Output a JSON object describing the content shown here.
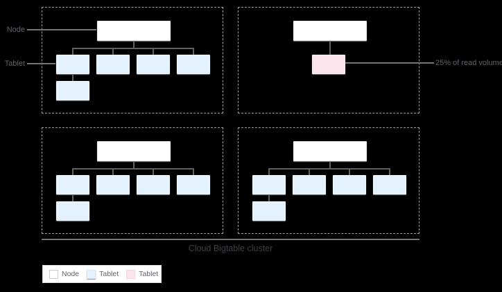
{
  "diagram": {
    "annotations": {
      "node": "Node",
      "tablet": "Tablet",
      "read_volume": "25% of read volume",
      "cluster": "Cloud Bigtable cluster"
    },
    "legend": {
      "items": [
        {
          "label": "Node",
          "swatch_color": "#ffffff"
        },
        {
          "label": "Tablet",
          "swatch_color": "#e3f2fd"
        },
        {
          "label": "Tablet",
          "swatch_color": "#fce4ec"
        }
      ]
    },
    "colors": {
      "background": "#000000",
      "node_fill": "#ffffff",
      "tablet_fill": "#e3f2fd",
      "hot_tablet_fill": "#fce4ec",
      "connector": "#616161",
      "annotation_line": "#757575",
      "dashed_border": "#9e9e9e",
      "annotation_text": "#5f6368",
      "cluster_text": "#3c4043"
    }
  }
}
